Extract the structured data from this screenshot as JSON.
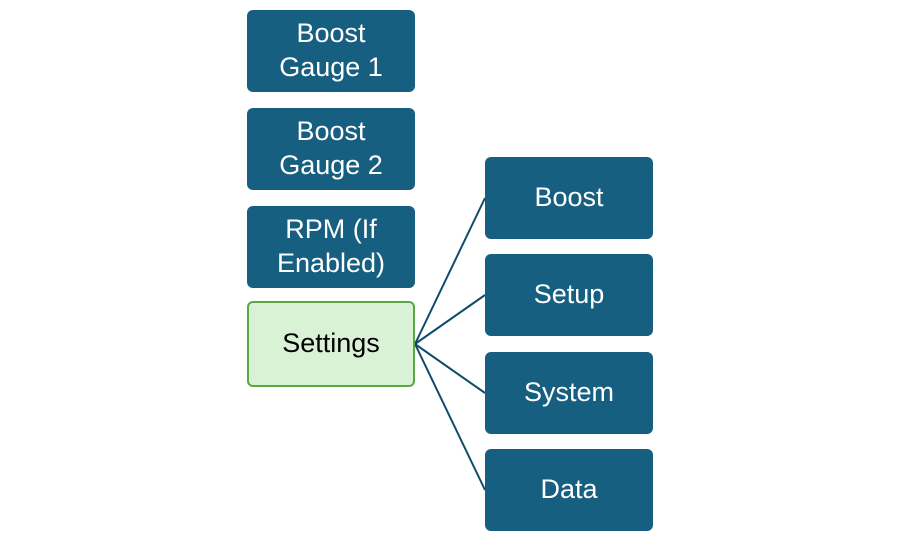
{
  "menu": {
    "items": [
      {
        "label": "Boost Gauge 1"
      },
      {
        "label": "Boost Gauge 2"
      },
      {
        "label": "RPM (If Enabled)"
      },
      {
        "label": "Settings"
      }
    ]
  },
  "settings_submenu": {
    "items": [
      {
        "label": "Boost"
      },
      {
        "label": "Setup"
      },
      {
        "label": "System"
      },
      {
        "label": "Data"
      }
    ]
  },
  "colors": {
    "node_fill": "#175f80",
    "selected_fill": "#d9f2d5",
    "selected_border": "#5aa844",
    "connector": "#0f4c6b"
  }
}
